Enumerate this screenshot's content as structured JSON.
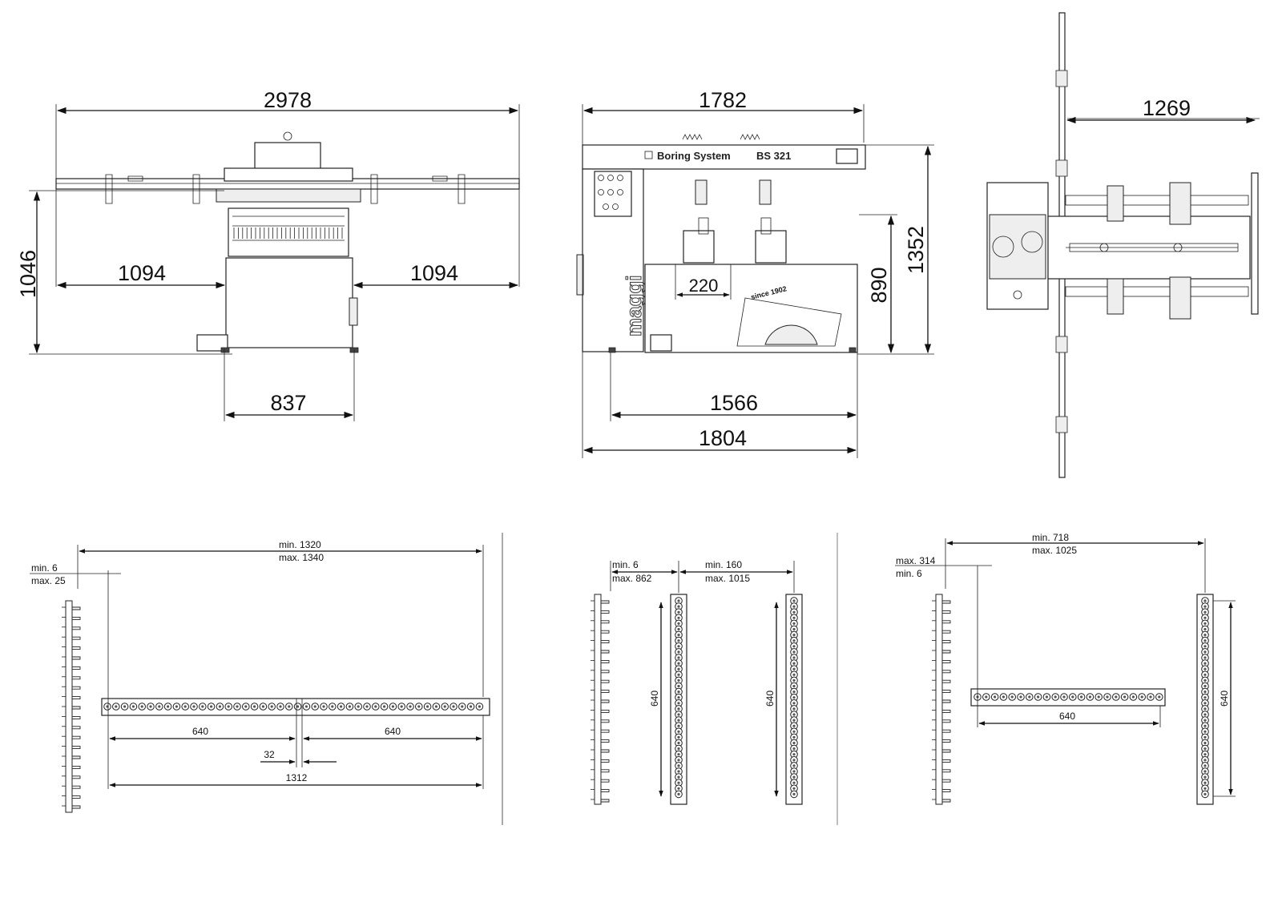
{
  "front_view": {
    "overall_width": "2978",
    "height": "1046",
    "left_extension": "1094",
    "right_extension": "1094",
    "base_width": "837"
  },
  "side_view": {
    "top_width": "1782",
    "overall_height": "1352",
    "table_height": "890",
    "spindle_gap": "220",
    "base_depth": "1566",
    "overall_depth": "1804",
    "brand_label": "Boring System",
    "model_label": "BS 321",
    "maker_label": "maggi",
    "since_label": "since 1902"
  },
  "top_view": {
    "depth": "1269"
  },
  "layout_a": {
    "head_range_min": "min. 1320",
    "head_range_max": "max. 1340",
    "offset_min": "min. 6",
    "offset_max": "max. 25",
    "left_span": "640",
    "right_span": "640",
    "centre_gap": "32",
    "total_span": "1312"
  },
  "layout_b": {
    "offset_min": "min. 6",
    "offset_max": "max. 862",
    "gap_min": "min. 160",
    "gap_max": "max. 1015",
    "left_head_span": "640",
    "right_head_span": "640"
  },
  "layout_c": {
    "range_min": "min. 718",
    "range_max": "max. 1025",
    "offset_max": "max. 314",
    "offset_min": "min. 6",
    "horizontal_span": "640",
    "vertical_span": "640"
  },
  "colors": {
    "line": "#111111",
    "fill_dark": "#444444"
  }
}
